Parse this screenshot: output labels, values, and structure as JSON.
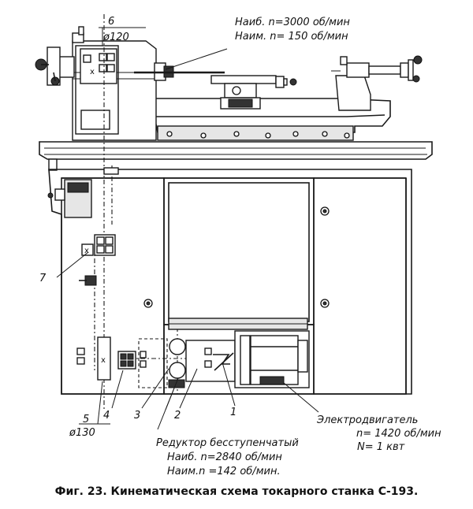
{
  "spindle": {
    "num": "6",
    "diam": "ø120"
  },
  "spindle_speed": {
    "max": "Наиб. n=3000 об/мин",
    "min": "Наим. n= 150 об/мин"
  },
  "callouts": {
    "c1": "1",
    "c2": "2",
    "c3": "3",
    "c4": "4",
    "c5": "5",
    "c7": "7"
  },
  "pulley5": {
    "diam": "ø130"
  },
  "motor": {
    "label": "Электродвигатель",
    "speed": "n= 1420 об/мин",
    "power": "N= 1 квт"
  },
  "reducer": {
    "label": "Редуктор бесступенчатый",
    "max": "Наиб. n=2840 об/мин",
    "min": "Наим.n =142 об/мин."
  },
  "caption": "Фиг. 23. Кинематическая схема токарного станка С-193."
}
